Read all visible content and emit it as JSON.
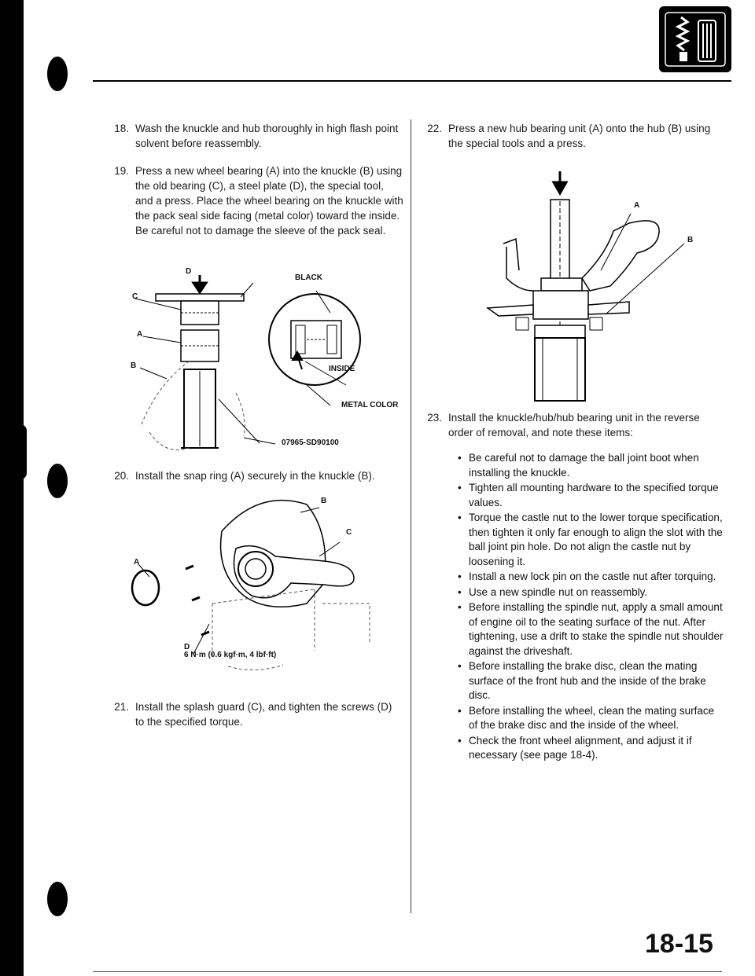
{
  "steps": {
    "s18": {
      "num": "18.",
      "text": "Wash the knuckle and hub thoroughly in high flash point solvent before reassembly."
    },
    "s19": {
      "num": "19.",
      "text": "Press a new wheel bearing (A) into the knuckle (B) using the old bearing (C), a steel plate (D), the special tool, and a press. Place the wheel bearing on the knuckle with the pack seal side facing (metal color) toward the inside. Be careful not to damage the sleeve of the pack seal."
    },
    "s20": {
      "num": "20.",
      "text": "Install the snap ring (A) securely in the knuckle (B)."
    },
    "s21": {
      "num": "21.",
      "text": "Install the splash guard (C), and tighten the screws (D) to the specified torque."
    },
    "s22": {
      "num": "22.",
      "text": "Press a new hub bearing unit (A) onto the hub (B) using the special tools and a press."
    },
    "s23": {
      "num": "23.",
      "text": "Install the knuckle/hub/hub bearing unit in the reverse order of removal, and note these items:"
    }
  },
  "fig1": {
    "label_d": "D",
    "label_black": "BLACK",
    "label_c": "C",
    "label_a": "A",
    "label_b": "B",
    "label_inside": "INSIDE",
    "label_metal_color": "METAL COLOR",
    "label_tool": "07965-SD90100"
  },
  "fig2": {
    "label_b": "B",
    "label_c": "C",
    "label_a": "A",
    "label_d": "D",
    "torque": "6 N·m (0.6 kgf·m, 4 lbf·ft)"
  },
  "fig3": {
    "label_a": "A",
    "label_b": "B"
  },
  "notes": [
    "Be careful not to damage the ball joint boot when installing the knuckle.",
    "Tighten all mounting hardware to the specified torque values.",
    "Torque the castle nut to the lower torque specification, then tighten it only far enough to align the slot with the ball joint pin hole. Do not align the castle nut by loosening it.",
    "Install a new lock pin on the castle nut after torquing.",
    "Use a new spindle nut on reassembly.",
    "Before installing the spindle nut, apply a small amount of engine oil to the seating surface of the nut. After tightening, use a drift to stake the spindle nut shoulder against the driveshaft.",
    "Before installing the brake disc, clean the mating surface of the front hub and the inside of the brake disc.",
    "Before installing the wheel, clean the mating surface of the brake disc and the inside of the wheel.",
    "Check the front wheel alignment, and adjust it if necessary (see page 18-4)."
  ],
  "page_number": "18-15",
  "section_icon": "suspension-section-icon"
}
